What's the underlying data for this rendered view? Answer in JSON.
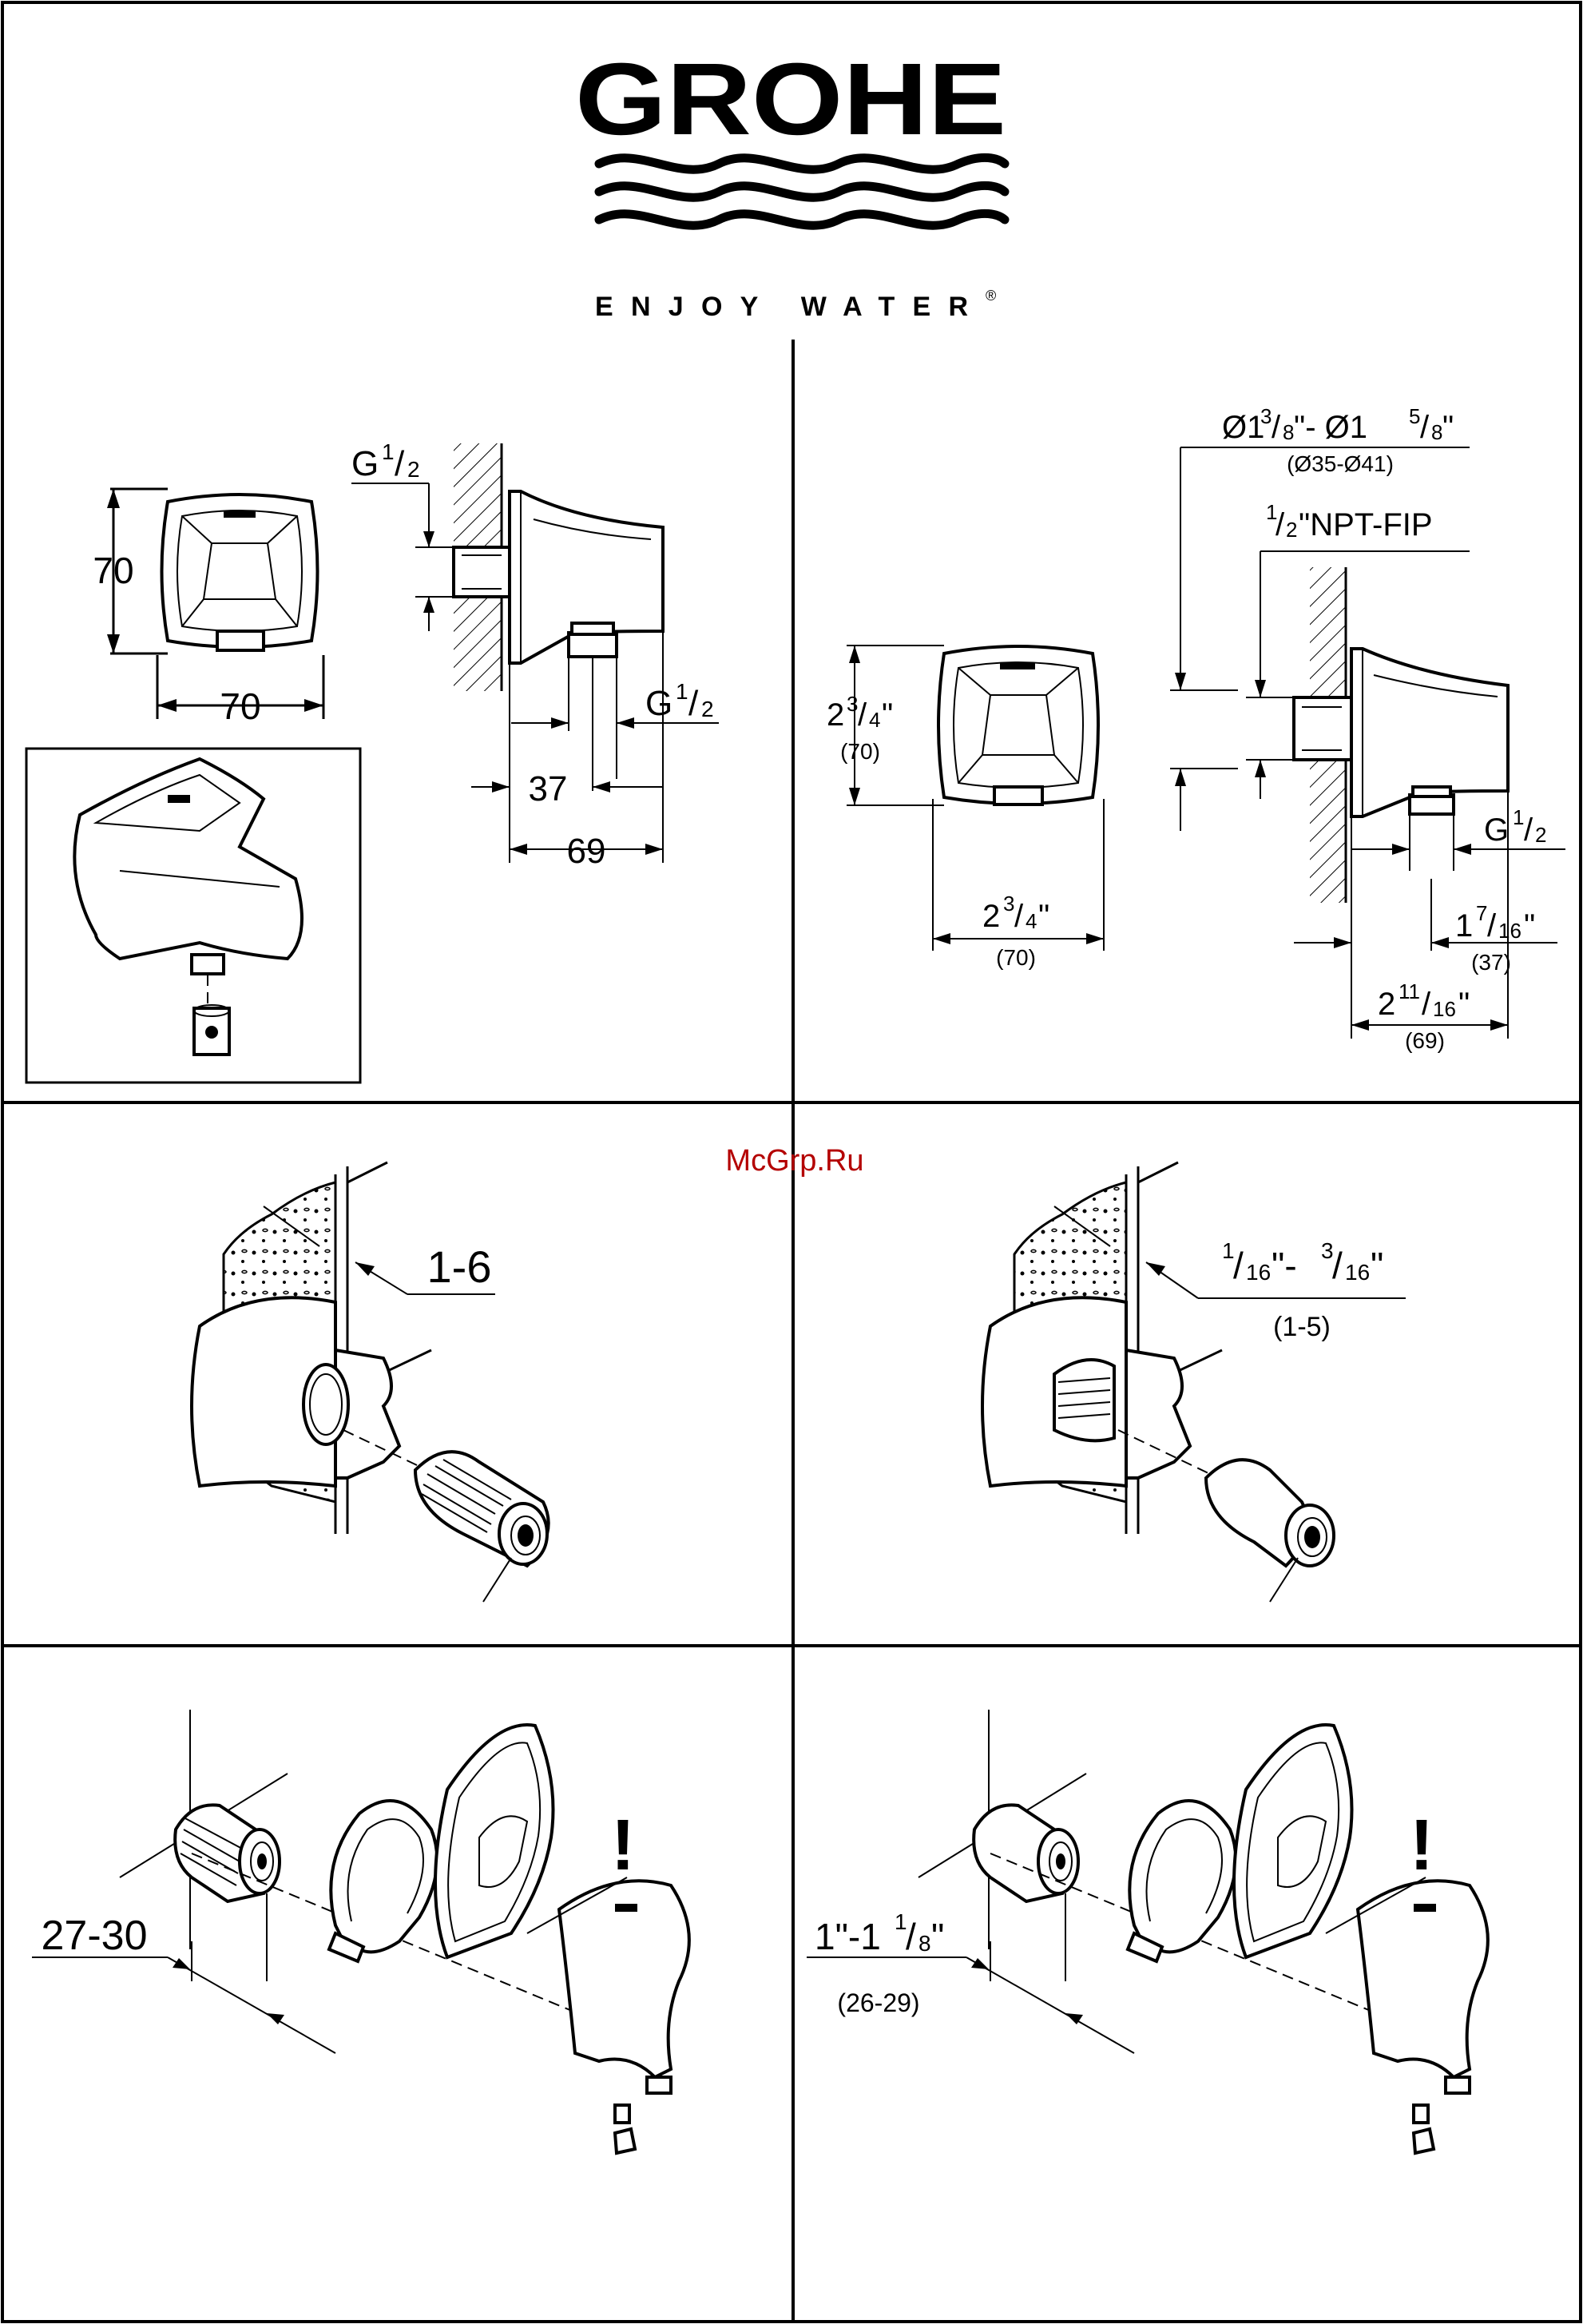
{
  "header": {
    "brand": "GROHE",
    "tagline": "ENJOY WATER",
    "registered_mark": "®"
  },
  "watermark": "McGrp.Ru",
  "metric_dimensions": {
    "height_label": "70",
    "width_label": "70",
    "thread_top": {
      "base": "G",
      "num": "1",
      "den": "2"
    },
    "thread_outlet": {
      "base": "G",
      "num": "1",
      "den": "2"
    },
    "depth_outlet": "37",
    "depth_total": "69"
  },
  "imperial_dimensions": {
    "cutout": {
      "t1": "Ø1",
      "n1": "3",
      "d1": "8",
      "sep": "\"- Ø1",
      "n2": "5",
      "d2": "8",
      "tail": "\"",
      "metric": "(Ø35-Ø41)"
    },
    "fip": {
      "num": "1",
      "den": "2",
      "text": "\"NPT-FIP"
    },
    "height": {
      "whole": "2",
      "num": "3",
      "den": "4",
      "tail": "\"",
      "metric": "(70)"
    },
    "width": {
      "whole": "2",
      "num": "3",
      "den": "4",
      "tail": "\"",
      "metric": "(70)"
    },
    "thread_outlet": {
      "base": "G",
      "num": "1",
      "den": "2"
    },
    "depth_outlet": {
      "whole": "1",
      "num": "7",
      "den": "16",
      "tail": "\"",
      "metric": "(37)"
    },
    "depth_total": {
      "whole": "2",
      "num": "11",
      "den": "16",
      "tail": "\"",
      "metric": "(69)"
    }
  },
  "install_step_1": {
    "metric_label": "1-6",
    "imperial": {
      "n1": "1",
      "d1": "16",
      "mid": "\"-",
      "n2": "3",
      "d2": "16",
      "tail": "\"",
      "metric": "(1-5)"
    }
  },
  "install_step_2": {
    "metric_label": "27-30",
    "imperial": {
      "t1": "1\"-1",
      "num": "1",
      "den": "8",
      "tail": "\"",
      "metric": "(26-29)"
    },
    "warning_mark": "!"
  },
  "icons": [
    "grohe-logo",
    "water-waves",
    "wall-outlet-elbow",
    "nipple-adapter",
    "rosette-ring",
    "escutcheon-plate",
    "warning-exclamation"
  ]
}
